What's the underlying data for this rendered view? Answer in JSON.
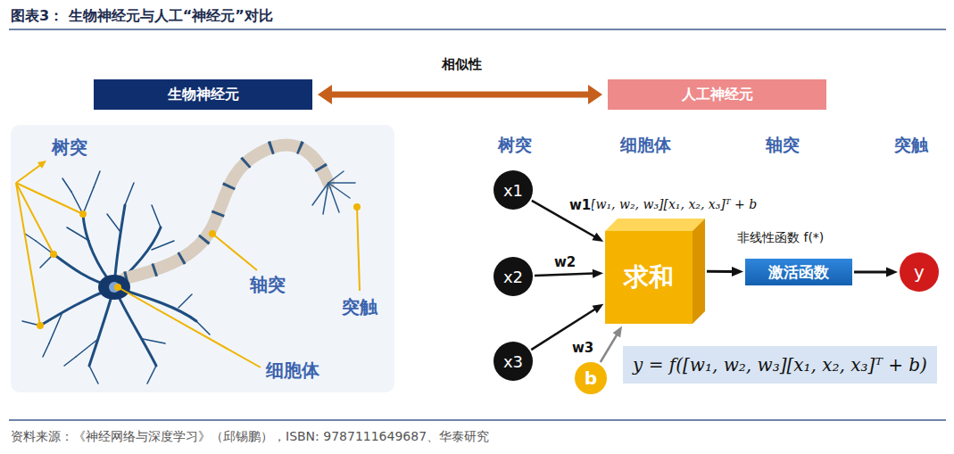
{
  "diagram": {
    "title": "图表3： 生物神经元与人工“神经元”对比",
    "caption": "资料来源：《神经网络与深度学习》（邱锡鹏），ISBN: 9787111649687、华泰研究",
    "nodes": [
      {
        "text": [
          "生物神经元"
        ]
      },
      {
        "text": [
          "人工神经元"
        ]
      },
      {
        "text": [
          "x1"
        ]
      },
      {
        "text": [
          "x2"
        ]
      },
      {
        "text": [
          "x3"
        ]
      },
      {
        "text": [
          "求和"
        ]
      },
      {
        "text": [
          "激活函数"
        ]
      },
      {
        "text": [
          "y"
        ]
      },
      {
        "text": [
          "b"
        ]
      },
      {
        "text": [
          "y = f([w₁, w₂, w₃][x₁, x₂, x₃]ᵀ + b)"
        ]
      }
    ],
    "edges": [
      {
        "from": 0,
        "to": 1,
        "arrow": "both",
        "label": "相似性"
      },
      {
        "from": 2,
        "to": 5,
        "arrow": "to",
        "label": "w1"
      },
      {
        "from": 3,
        "to": 5,
        "arrow": "to",
        "label": "w2"
      },
      {
        "from": 4,
        "to": 5,
        "arrow": "to",
        "label": "w3"
      },
      {
        "from": 8,
        "to": 5,
        "arrow": "to"
      },
      {
        "from": 5,
        "to": 6,
        "arrow": "to"
      },
      {
        "from": 6,
        "to": 7,
        "arrow": "to"
      }
    ],
    "labels": [
      "树突",
      "轴突",
      "突触",
      "细胞体",
      "树突",
      "细胞体",
      "轴突",
      "突触",
      "[w₁, w₂, w₃][x₁, x₂, x₃]ᵀ + b",
      "非线性函数 f(*)"
    ]
  }
}
